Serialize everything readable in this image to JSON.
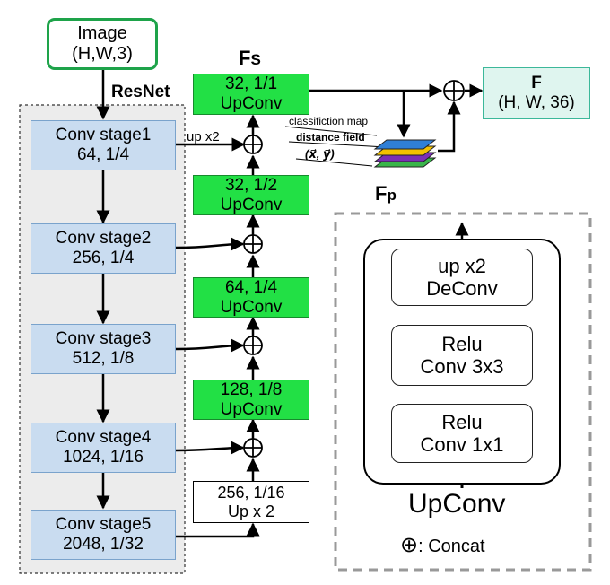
{
  "input": {
    "line1": "Image",
    "line2": "(H,W,3)"
  },
  "backbone_label": "ResNet",
  "stages": [
    {
      "line1": "Conv stage1",
      "line2": "64, 1/4"
    },
    {
      "line1": "Conv stage2",
      "line2": "256, 1/4"
    },
    {
      "line1": "Conv stage3",
      "line2": "512, 1/8"
    },
    {
      "line1": "Conv stage4",
      "line2": "1024, 1/16"
    },
    {
      "line1": "Conv stage5",
      "line2": "2048, 1/32"
    }
  ],
  "upconvs": [
    {
      "line1": "32, 1/1",
      "line2": "UpConv"
    },
    {
      "line1": "32, 1/2",
      "line2": "UpConv"
    },
    {
      "line1": "64, 1/4",
      "line2": "UpConv"
    },
    {
      "line1": "128, 1/8",
      "line2": "UpConv"
    }
  ],
  "upsample": {
    "line1": "256, 1/16",
    "line2": "Up x 2"
  },
  "upx2_label": "up x2",
  "fs_label": {
    "main": "F",
    "sub": "S"
  },
  "fp_label": {
    "main": "F",
    "sub": "p"
  },
  "output": {
    "line1": "F",
    "line2": "(H, W, 36)"
  },
  "maps": {
    "classification": "classifiction map",
    "distance": "distance field",
    "vector": "(x⃗,  y⃗)"
  },
  "legend": {
    "title": "UpConv",
    "blocks": [
      {
        "line1": "up x2",
        "line2": "DeConv"
      },
      {
        "line1": "Relu",
        "line2": "Conv 3x3"
      },
      {
        "line1": "Relu",
        "line2": "Conv 1x1"
      }
    ],
    "concat_symbol": "⊕",
    "concat_label": ": Concat"
  },
  "colors": {
    "stage_fill": "#c9dcf0",
    "upconv_fill": "#22e045",
    "input_border": "#1ea34a",
    "output_fill": "#dff5ef",
    "output_border": "#3cb89a",
    "layer_blue": "#2f7fd6",
    "layer_yellow": "#f2c100",
    "layer_purple": "#7a2fb5",
    "layer_green": "#39b54a"
  }
}
